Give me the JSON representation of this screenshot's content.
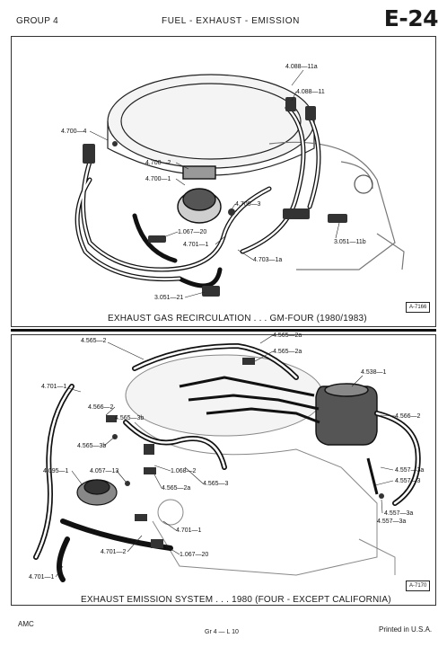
{
  "header": {
    "group": "GROUP 4",
    "title": "FUEL - EXHAUST - EMISSION",
    "page": "E-24"
  },
  "figure1": {
    "caption": "EXHAUST GAS RECIRCULATION . . . GM-FOUR (1980/1983)",
    "ref": "A-7166",
    "labels": [
      "4.088—11a",
      "4.088—11",
      "4.700—4",
      "4.700—2",
      "4.700—1",
      "4.700—3",
      "1.067—20",
      "4.701—1",
      "4.703—1a",
      "3.051—11b",
      "3.051—21"
    ]
  },
  "figure2": {
    "caption": "EXHAUST EMISSION SYSTEM . . . 1980 (FOUR - EXCEPT CALIFORNIA)",
    "ref": "A-7170",
    "labels": [
      "4.565—2",
      "4.565—2a",
      "4.565—2a",
      "4.538—1",
      "4.701—1",
      "4.566—2",
      "4.565—3b",
      "4.566—2",
      "4.565—3b",
      "1.068—2",
      "4.565—3",
      "4.565—2a",
      "4.095—1",
      "4.057—13",
      "4.557—3a",
      "4.557—3",
      "4.557—3a",
      "4.557—3a",
      "4.701—1",
      "4.701—2",
      "1.067—20",
      "4.701—1"
    ]
  },
  "footer": {
    "left": "AMC",
    "middle": "Gr 4 — L 10",
    "right": "Printed in U.S.A."
  }
}
